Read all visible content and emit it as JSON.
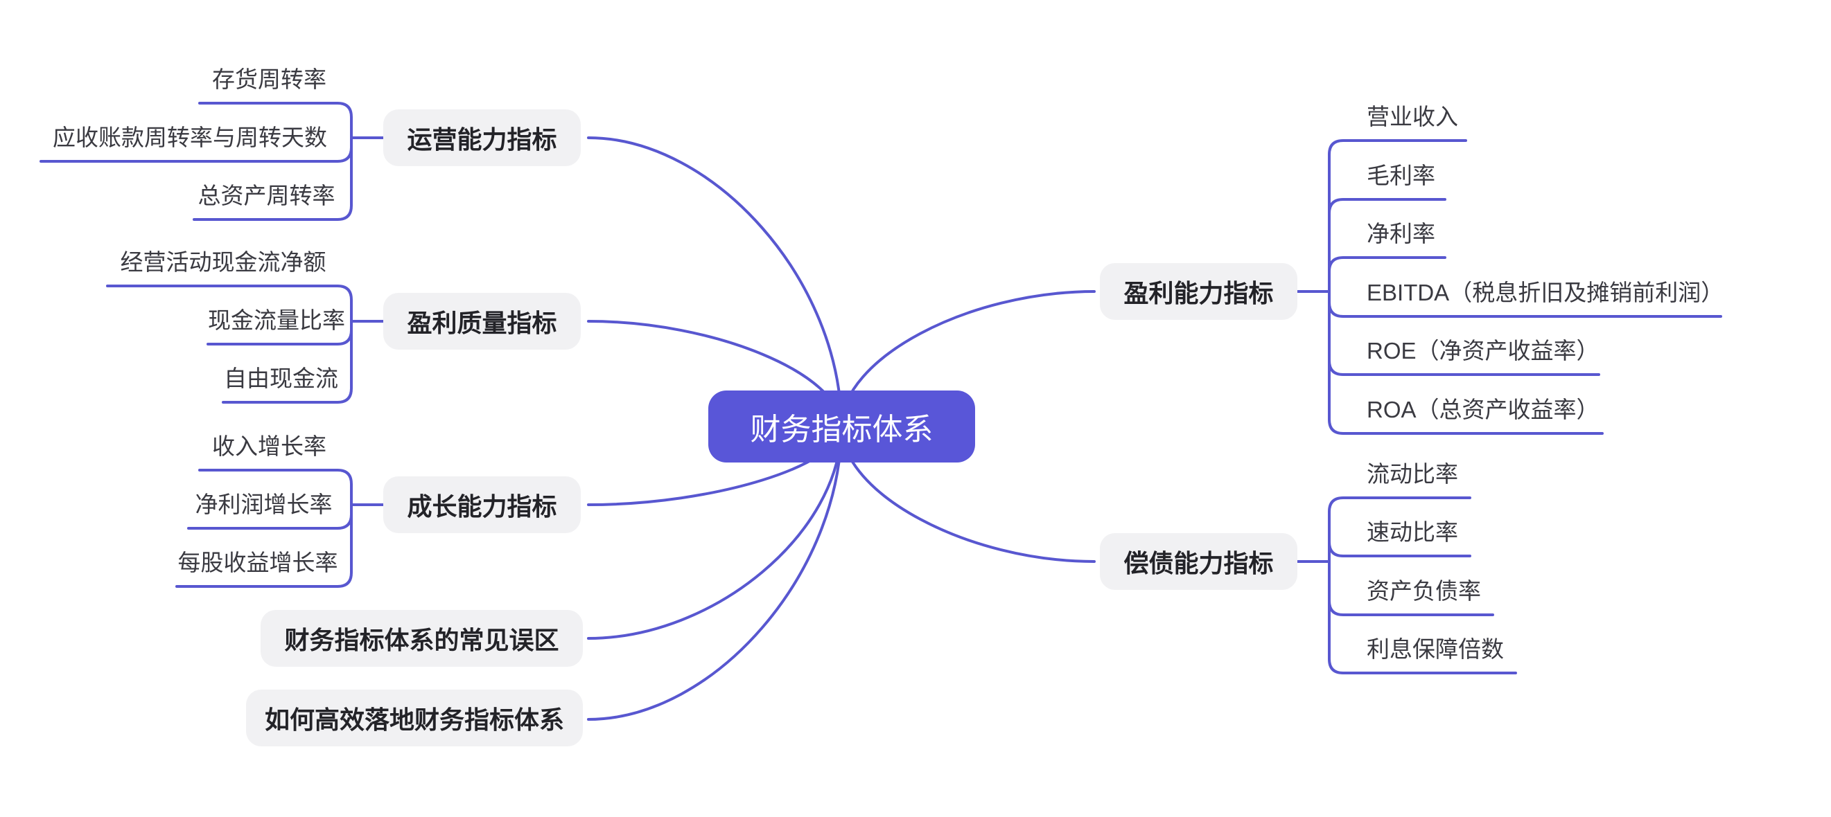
{
  "colors": {
    "line": "#5857d0",
    "center_bg": "#5956d8",
    "center_text": "#ffffff",
    "branch_bg": "#f1f1f3",
    "branch_text": "#232328",
    "leaf_text": "#3a3a41"
  },
  "map": {
    "root": {
      "label": "财务指标体系"
    },
    "left": [
      {
        "label": "运营能力指标",
        "children": [
          "存货周转率",
          "应收账款周转率与周转天数",
          "总资产周转率"
        ]
      },
      {
        "label": "盈利质量指标",
        "children": [
          "经营活动现金流净额",
          "现金流量比率",
          "自由现金流"
        ]
      },
      {
        "label": "成长能力指标",
        "children": [
          "收入增长率",
          "净利润增长率",
          "每股收益增长率"
        ]
      },
      {
        "label": "财务指标体系的常见误区",
        "children": []
      },
      {
        "label": "如何高效落地财务指标体系",
        "children": []
      }
    ],
    "right": [
      {
        "label": "盈利能力指标",
        "children": [
          "营业收入",
          "毛利率",
          "净利率",
          "EBITDA（税息折旧及摊销前利润）",
          "ROE（净资产收益率）",
          "ROA（总资产收益率）"
        ]
      },
      {
        "label": "偿债能力指标",
        "children": [
          "流动比率",
          "速动比率",
          "资产负债率",
          "利息保障倍数"
        ]
      }
    ]
  }
}
